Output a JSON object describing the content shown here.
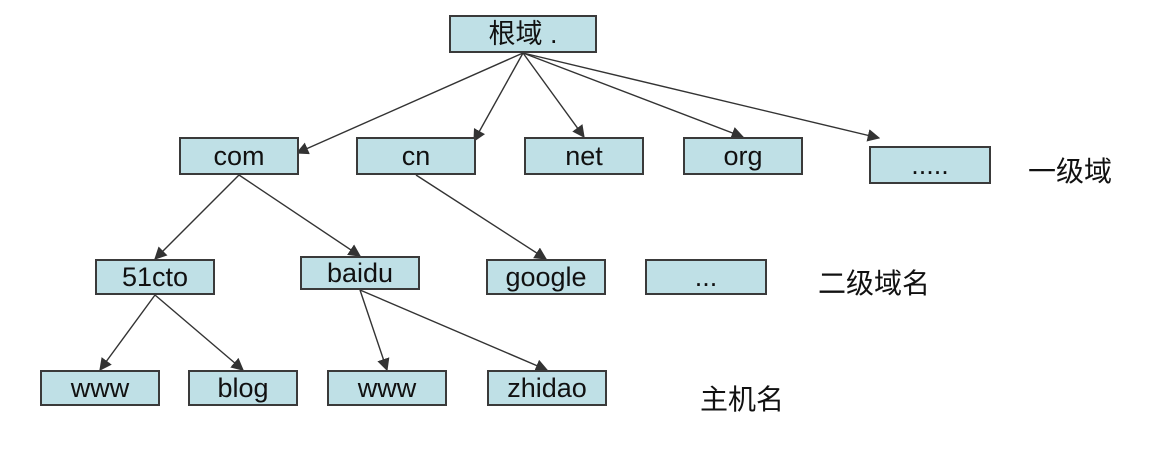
{
  "colors": {
    "node_fill": "#bfe0e6",
    "node_border": "#3a3a3a",
    "edge": "#333333"
  },
  "nodes": {
    "root": "根域 .",
    "com": "com",
    "cn": "cn",
    "net": "net",
    "org": "org",
    "tld_more": ".....",
    "cto51": "51cto",
    "baidu": "baidu",
    "google": "google",
    "sld_more": "...",
    "www1": "www",
    "blog": "blog",
    "www2": "www",
    "zhidao": "zhidao"
  },
  "edges": [
    [
      "root",
      "com"
    ],
    [
      "root",
      "cn"
    ],
    [
      "root",
      "net"
    ],
    [
      "root",
      "org"
    ],
    [
      "root",
      "tld_more"
    ],
    [
      "com",
      "cto51"
    ],
    [
      "com",
      "baidu"
    ],
    [
      "cn",
      "google"
    ],
    [
      "cto51",
      "www1"
    ],
    [
      "cto51",
      "blog"
    ],
    [
      "baidu",
      "www2"
    ],
    [
      "baidu",
      "zhidao"
    ]
  ],
  "tier_labels": {
    "tld": "一级域",
    "sld": "二级域名",
    "host": "主机名"
  }
}
